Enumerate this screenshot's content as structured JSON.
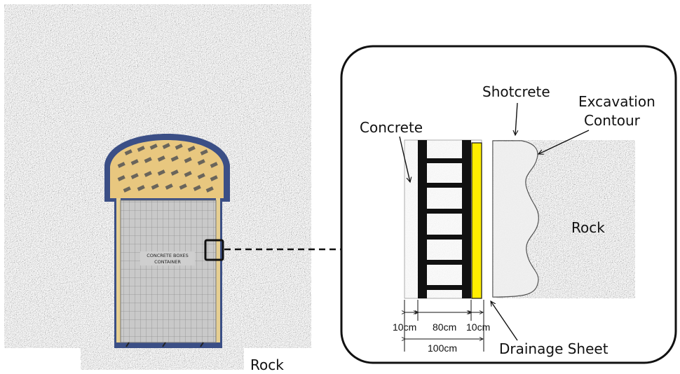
{
  "labels": {
    "rock_left": "Rock",
    "container_line1": "CONCRETE BOXES",
    "container_line2": "CONTAINER",
    "concrete": "Concrete",
    "shotcrete": "Shotcrete",
    "excavation_line1": "Excavation",
    "excavation_line2": "Contour",
    "rock_right": "Rock",
    "drainage_sheet": "Drainage Sheet"
  },
  "dimensions": {
    "left": "10cm",
    "middle": "80cm",
    "right": "10cm",
    "total": "100cm"
  },
  "colors": {
    "rock": "#a9a9a9",
    "lining": "#3b4f86",
    "vault_fill": "#e8c77f",
    "container": "#c7c7c7",
    "concrete": "#ececec",
    "drainage": "#ffee00",
    "frame": "#111111"
  }
}
